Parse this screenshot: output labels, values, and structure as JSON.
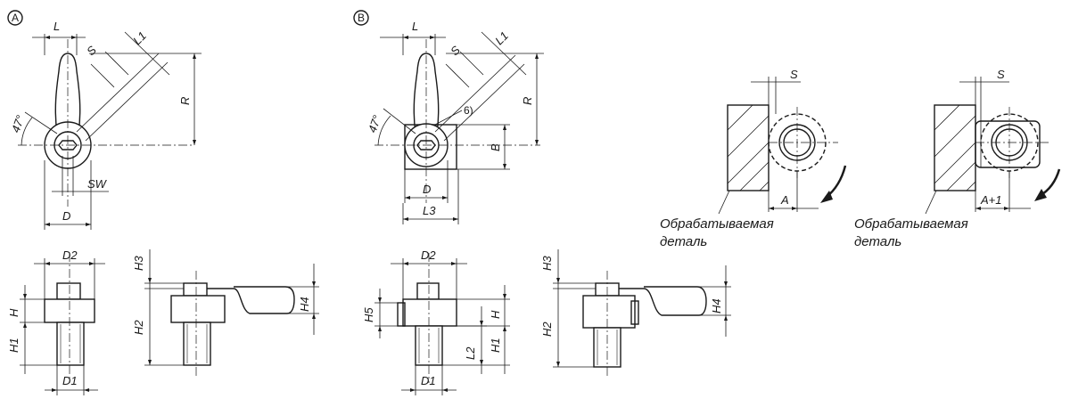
{
  "views": {
    "a": {
      "marker": "A"
    },
    "b": {
      "marker": "B"
    }
  },
  "labels": {
    "L": "L",
    "S": "S",
    "L1": "L1",
    "R": "R",
    "angle": "47°",
    "SW": "SW",
    "D": "D",
    "B": "B",
    "L3": "L3",
    "note6": "6)",
    "D2": "D2",
    "H": "H",
    "H1": "H1",
    "D1": "D1",
    "H2": "H2",
    "H3": "H3",
    "H4": "H4",
    "H5": "H5",
    "L2": "L2",
    "A": "A",
    "Aplus1": "A+1"
  },
  "workpiece": {
    "line1": "Обрабатываемая",
    "line2": "деталь"
  }
}
